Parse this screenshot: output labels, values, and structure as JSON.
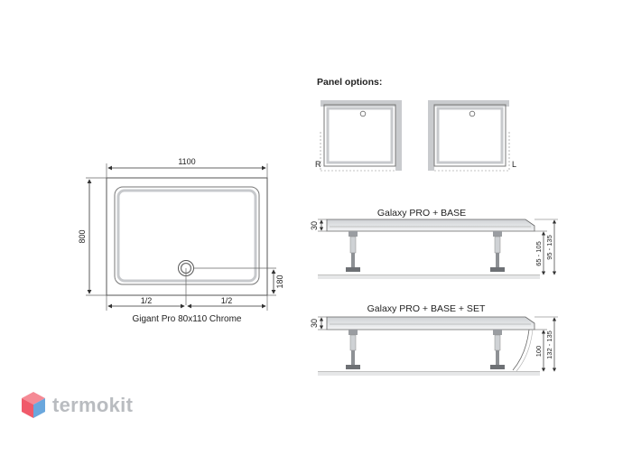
{
  "plan": {
    "width_dim": "1100",
    "height_dim": "800",
    "drain_dim": "180",
    "half_left": "1/2",
    "half_right": "1/2",
    "caption": "Gigant Pro 80x110 Chrome"
  },
  "panels": {
    "heading": "Panel options:",
    "right_mark": "R",
    "left_mark": "L"
  },
  "section_top": {
    "title": "Galaxy PRO + BASE",
    "dim_rim": "30",
    "dim_inner": "65 - 105",
    "dim_total": "95 - 135"
  },
  "section_bottom": {
    "title": "Galaxy PRO + BASE + SET",
    "dim_rim": "30",
    "dim_inner": "100",
    "dim_total": "132 - 135"
  },
  "brand": {
    "name": "termokit",
    "colors": {
      "accent_red": "#f05a6a",
      "accent_blue": "#6aa7dd",
      "text_gray": "#b9bcc0"
    }
  }
}
